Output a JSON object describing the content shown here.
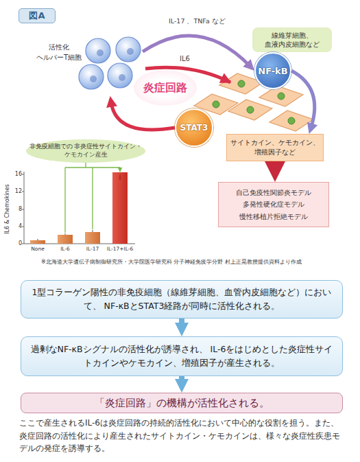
{
  "diagram": {
    "title": "図A",
    "nodes": [
      {
        "text": [
          "活性化 ヘルパーT細胞"
        ]
      },
      {
        "text": [
          "線維芽細胞、 血液内皮細胞など"
        ]
      },
      {
        "text": [
          "NF-kB"
        ]
      },
      {
        "text": [
          "炎症回路"
        ]
      },
      {
        "text": [
          "STAT3"
        ]
      },
      {
        "text": [
          "サイトカイン、ケモカイン、 増殖因子など"
        ]
      },
      {
        "text": [
          "自己免疫性関節炎モデル",
          "多発性硬化症モデル",
          "慢性移植片拒絶モデル"
        ]
      },
      {
        "text": [
          "非免疫細胞での 非炎症性サイトカイン・ケモカイン産生"
        ]
      },
      {
        "text": [
          "1型コラーゲン陽性の非免疫細胞（線維芽細胞、血管内皮細胞など）において、 NF-κBとSTAT3経路が同時に活性化される。"
        ]
      },
      {
        "text": [
          "過剰なNF-κBシグナルの活性化が誘導され、 IL-6をはじめとした炎症性サイトカインやケモカイン、増殖因子が産生される。"
        ]
      },
      {
        "text": [
          "「炎症回路」の機構が活性化される。"
        ]
      }
    ],
    "edges": [
      {
        "from": 0,
        "to": 2,
        "arrow": "to",
        "label": "IL-17 、TNFa など"
      },
      {
        "from": 4,
        "to": 0,
        "arrow": "to"
      },
      {
        "from": 2,
        "to": 5,
        "arrow": "to"
      },
      {
        "from": 5,
        "to": 6,
        "arrow": "to"
      },
      {
        "from": 8,
        "to": 9,
        "arrow": "to"
      },
      {
        "from": 9,
        "to": 10,
        "arrow": "to"
      }
    ],
    "labels": [
      "IL6",
      "16",
      "12",
      "8",
      "4",
      "0",
      "IL6 & Chemokines",
      "None",
      "IL-6",
      "IL-17",
      "IL-17+IL-6",
      "※北海道大学遺伝子病制御研究所・大学院医学研究科 分子神経免疫学分野 村上正晃教授提供資料より作成",
      "ここで産生されるIL-6は炎症回路の持続的活性化において中心的な役割を担う。また、 炎症回路の活性化により産生されたサイトカイン・ケモカインは、様々な炎症性疾患モ デルの発症を誘導する。"
    ]
  }
}
